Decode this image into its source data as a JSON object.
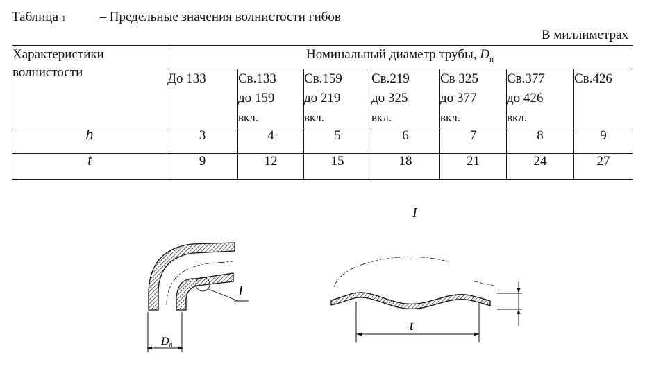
{
  "caption": {
    "prefix": "Таблица",
    "number": "1",
    "title": "– Предельные значения волнистости гибов"
  },
  "units": "В  миллиметрах",
  "table": {
    "first_header": [
      "Характеристики",
      "волнистости"
    ],
    "group_header_text": "Номинальный диаметр трубы,",
    "group_header_symbol": "D",
    "group_header_subscript": "н",
    "columns": [
      [
        "До 133"
      ],
      [
        "Св.133",
        "до 159",
        "вкл."
      ],
      [
        "Св.159",
        "до 219",
        "вкл."
      ],
      [
        "Св.219",
        "до 325",
        "вкл."
      ],
      [
        "Св 325",
        "до 377",
        "вкл."
      ],
      [
        "Св.377",
        "до 426",
        "вкл."
      ],
      [
        "Св.426"
      ]
    ],
    "rows": [
      {
        "label": "h",
        "values": [
          "3",
          "4",
          "5",
          "6",
          "7",
          "8",
          "9"
        ]
      },
      {
        "label": "t",
        "values": [
          "9",
          "12",
          "15",
          "18",
          "21",
          "24",
          "27"
        ]
      }
    ]
  },
  "figure": {
    "detail_label": "I",
    "callout_label": "I",
    "diameter_symbol": "D",
    "diameter_subscript": "н",
    "pitch_label": "t"
  }
}
